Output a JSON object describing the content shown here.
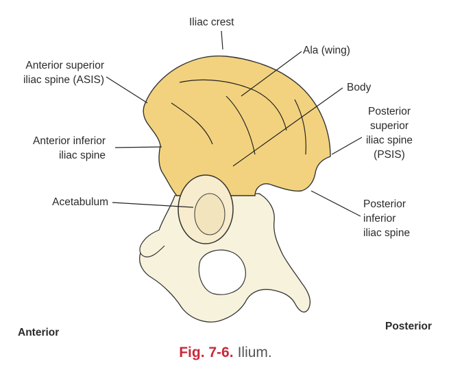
{
  "labels": {
    "iliac_crest": "Iliac crest",
    "ala": "Ala (wing)",
    "asis_line1": "Anterior superior",
    "asis_line2": "iliac spine (ASIS)",
    "body": "Body",
    "aiis_line1": "Anterior inferior",
    "aiis_line2": "iliac spine",
    "psis_line1": "Posterior",
    "psis_line2": "superior",
    "psis_line3": "iliac spine",
    "psis_line4": "(PSIS)",
    "acetabulum": "Acetabulum",
    "piis_line1": "Posterior",
    "piis_line2": "inferior",
    "piis_line3": "iliac spine"
  },
  "orientation": {
    "anterior": "Anterior",
    "posterior": "Posterior"
  },
  "caption": {
    "number": "Fig. 7-6.",
    "title": "Ilium."
  },
  "colors": {
    "ilium_fill": "#f2d27e",
    "bone_fill": "#f7f2dc",
    "caption_accent": "#c8283c"
  }
}
